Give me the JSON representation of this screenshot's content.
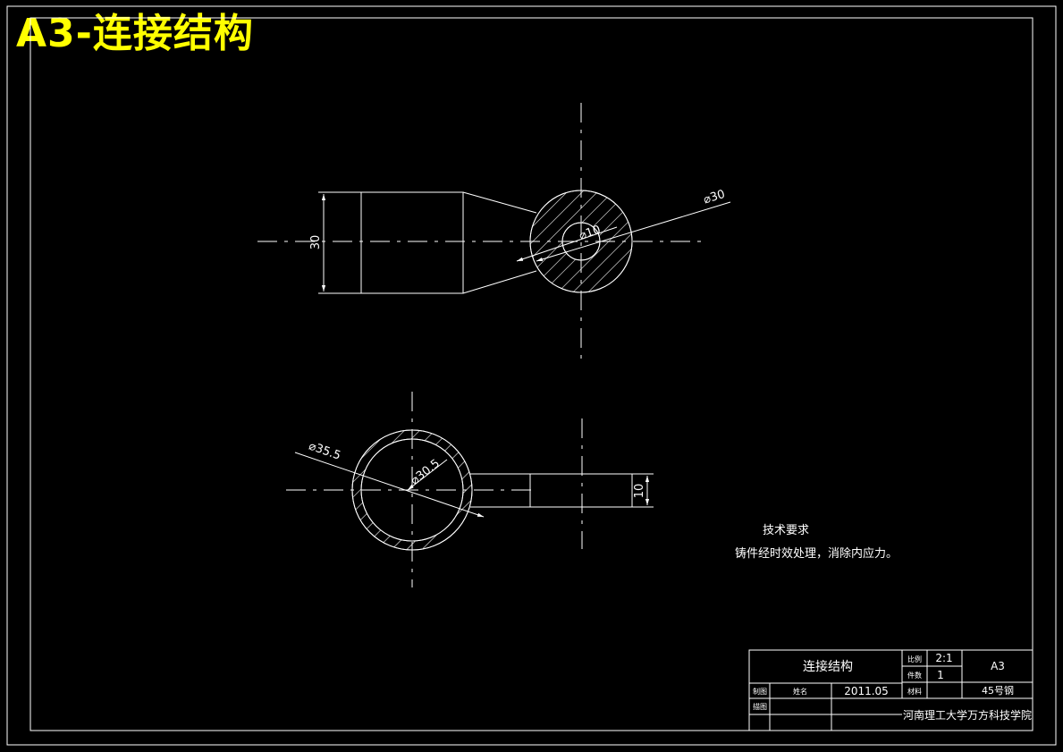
{
  "banner": {
    "text": "A3-连接结构"
  },
  "colors": {
    "background": "#000000",
    "line": "#ffffff",
    "banner": "#ffff00"
  },
  "top_view": {
    "dim_height": "30",
    "dim_outer": "⌀30",
    "dim_hole": "⌀10"
  },
  "bottom_view": {
    "dim_outer": "⌀35.5",
    "dim_inner": "⌀30.5",
    "dim_arm": "10"
  },
  "notes": {
    "title": "技术要求",
    "line1": "铸件经时效处理，消除内应力。"
  },
  "title_block": {
    "part_name": "连接结构",
    "label_scale": "比例",
    "scale": "2:1",
    "label_qty": "件数",
    "qty": "1",
    "sheet": "A3",
    "label_drawn": "制图",
    "drawn_by": "姓名",
    "date": "2011.05",
    "label_material": "材料",
    "material": "45号钢",
    "label_checked": "描图",
    "school": "河南理工大学万方科技学院"
  }
}
